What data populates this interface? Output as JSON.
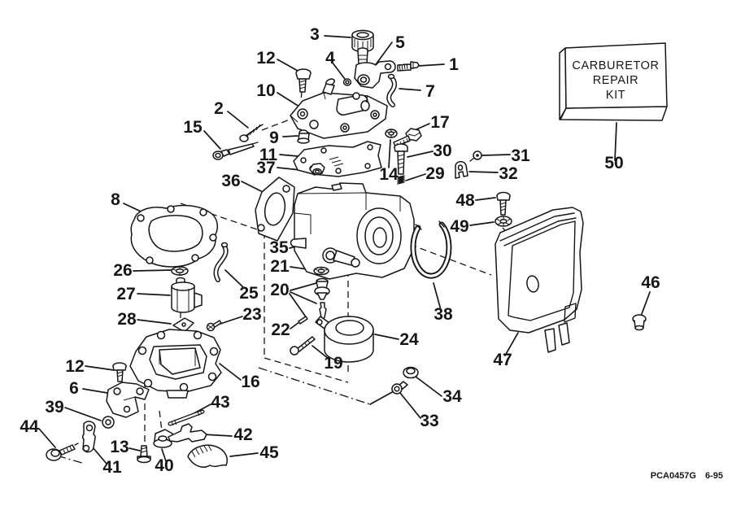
{
  "diagram": {
    "kind": "exploded parts diagram",
    "subject_note": "carburetor assembly line drawing",
    "ink_color": "#161616",
    "background_color": "#ffffff"
  },
  "kit_box": {
    "line1": "CARBURETOR",
    "line2": "REPAIR",
    "line3": "KIT"
  },
  "footer": {
    "part_code": "PCA0457G",
    "date_code": "6-95"
  },
  "callouts": [
    "3",
    "5",
    "12",
    "4",
    "1",
    "7",
    "10",
    "2",
    "15",
    "9",
    "17",
    "11",
    "30",
    "31",
    "37",
    "29",
    "32",
    "14",
    "36",
    "48",
    "8",
    "49",
    "35",
    "21",
    "26",
    "20",
    "27",
    "25",
    "38",
    "28",
    "23",
    "22",
    "24",
    "19",
    "16",
    "12",
    "6",
    "39",
    "44",
    "41",
    "13",
    "40",
    "43",
    "42",
    "45",
    "34",
    "33",
    "47",
    "46",
    "50"
  ]
}
